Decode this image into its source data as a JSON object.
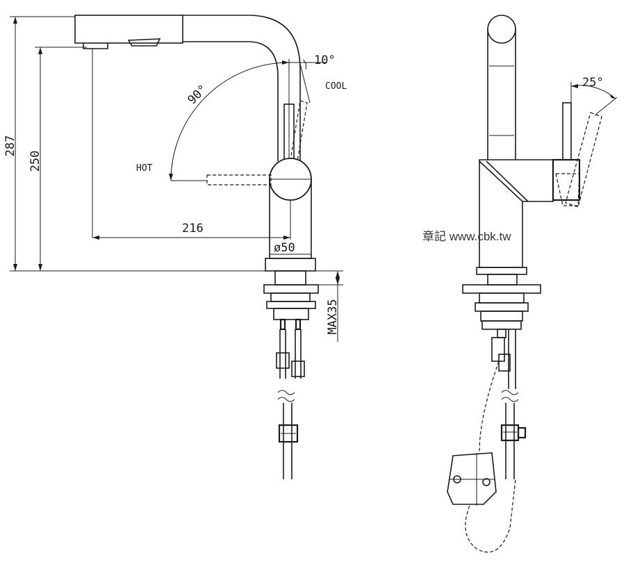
{
  "dimensions": {
    "height_total": "287",
    "height_spout": "250",
    "reach": "216",
    "base_diameter": "ø50",
    "max_deck_thickness": "MAX35"
  },
  "angles": {
    "rotation": "90°",
    "cool_tilt": "10°",
    "side_tilt": "25°"
  },
  "labels": {
    "hot": "HOT",
    "cool": "COOL"
  },
  "watermark": "章記 www.cbk.tw"
}
